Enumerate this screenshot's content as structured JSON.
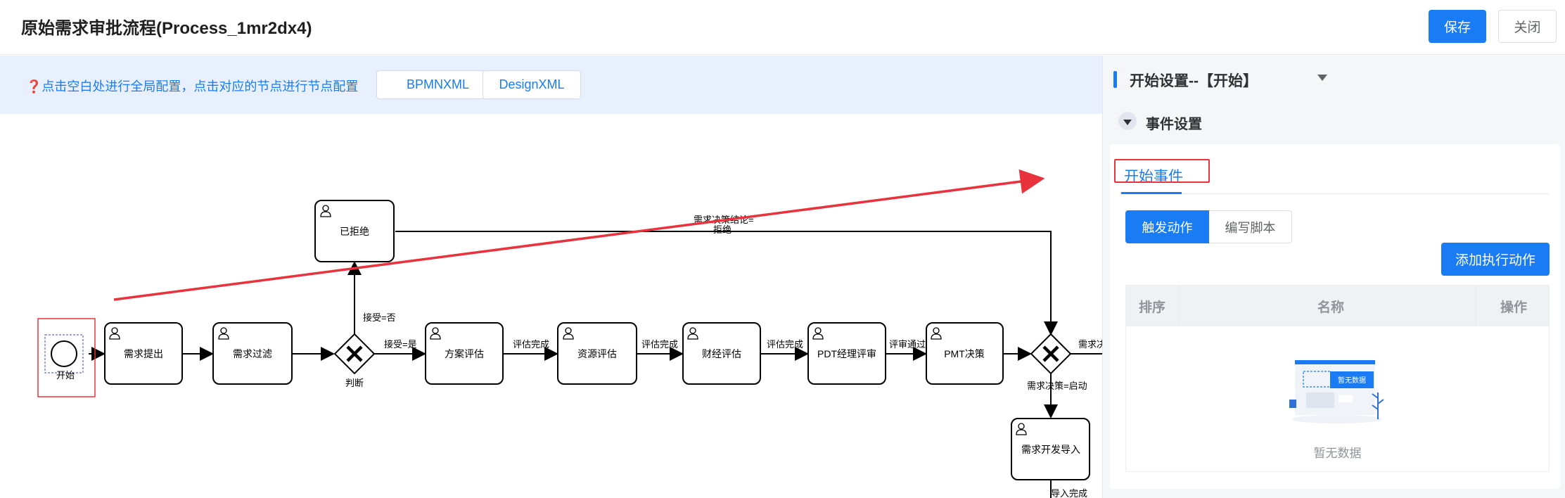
{
  "header": {
    "title": "原始需求审批流程(Process_1mr2dx4)",
    "save_label": "保存",
    "close_label": "关闭"
  },
  "tipbar": {
    "icon": "question-circle-icon",
    "text": "❓点击空白处进行全局配置，点击对应的节点进行节点配置",
    "bpmn_label": "BPMNXML",
    "design_label": "DesignXML"
  },
  "diagram": {
    "nodes": {
      "start": "开始",
      "submit": "需求提出",
      "filter": "需求过滤",
      "judge": "判断",
      "rejected": "已拒绝",
      "plan": "方案评估",
      "resource": "资源评估",
      "finance": "财经评估",
      "pdt": "PDT经理评审",
      "pmt": "PMT决策",
      "dev_import": "需求开发导入"
    },
    "edges": {
      "accept_no": "接受=否",
      "accept_yes": "接受=是",
      "eval_done_1": "评估完成",
      "eval_done_2": "评估完成",
      "eval_done_3": "评估完成",
      "review_pass": "评审通过",
      "decision_reject_line1": "需求决策结论=",
      "decision_reject_line2": "拒绝",
      "decision_start": "需求决策=启动",
      "decision_right": "需求决",
      "import_done": "导入完成"
    }
  },
  "panel": {
    "title": "开始设置--【开始】",
    "section_title": "事件设置",
    "tab_label": "开始事件",
    "seg_trigger": "触发动作",
    "seg_script": "编写脚本",
    "add_action_label": "添加执行动作",
    "columns": [
      "排序",
      "名称",
      "操作"
    ],
    "empty_badge": "暂无数据",
    "empty_text": "暂无数据"
  },
  "colors": {
    "primary": "#1a7cf5",
    "annotation_red": "#e8323c",
    "tip_bg": "#e8f0fe"
  }
}
